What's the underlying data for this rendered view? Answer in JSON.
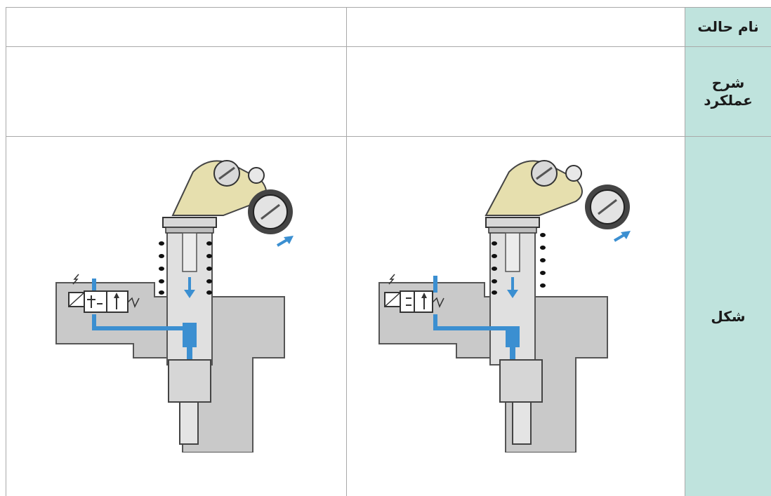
{
  "table": {
    "rows": [
      {
        "header": "نام حالت",
        "cells": [
          "",
          ""
        ]
      },
      {
        "header_lines": [
          "شرح",
          "عملکرد"
        ],
        "cells": [
          "",
          ""
        ]
      },
      {
        "header": "شکل",
        "figures": [
          "injector-valve-open",
          "injector-valve-closed"
        ]
      }
    ]
  },
  "colors": {
    "header_bg": "#bfe3dd",
    "grid": "#a9a9a9",
    "body_gray": "#c9c9c9",
    "cam_yellow": "#e6dfae",
    "fuel_blue": "#3b8fd1"
  }
}
